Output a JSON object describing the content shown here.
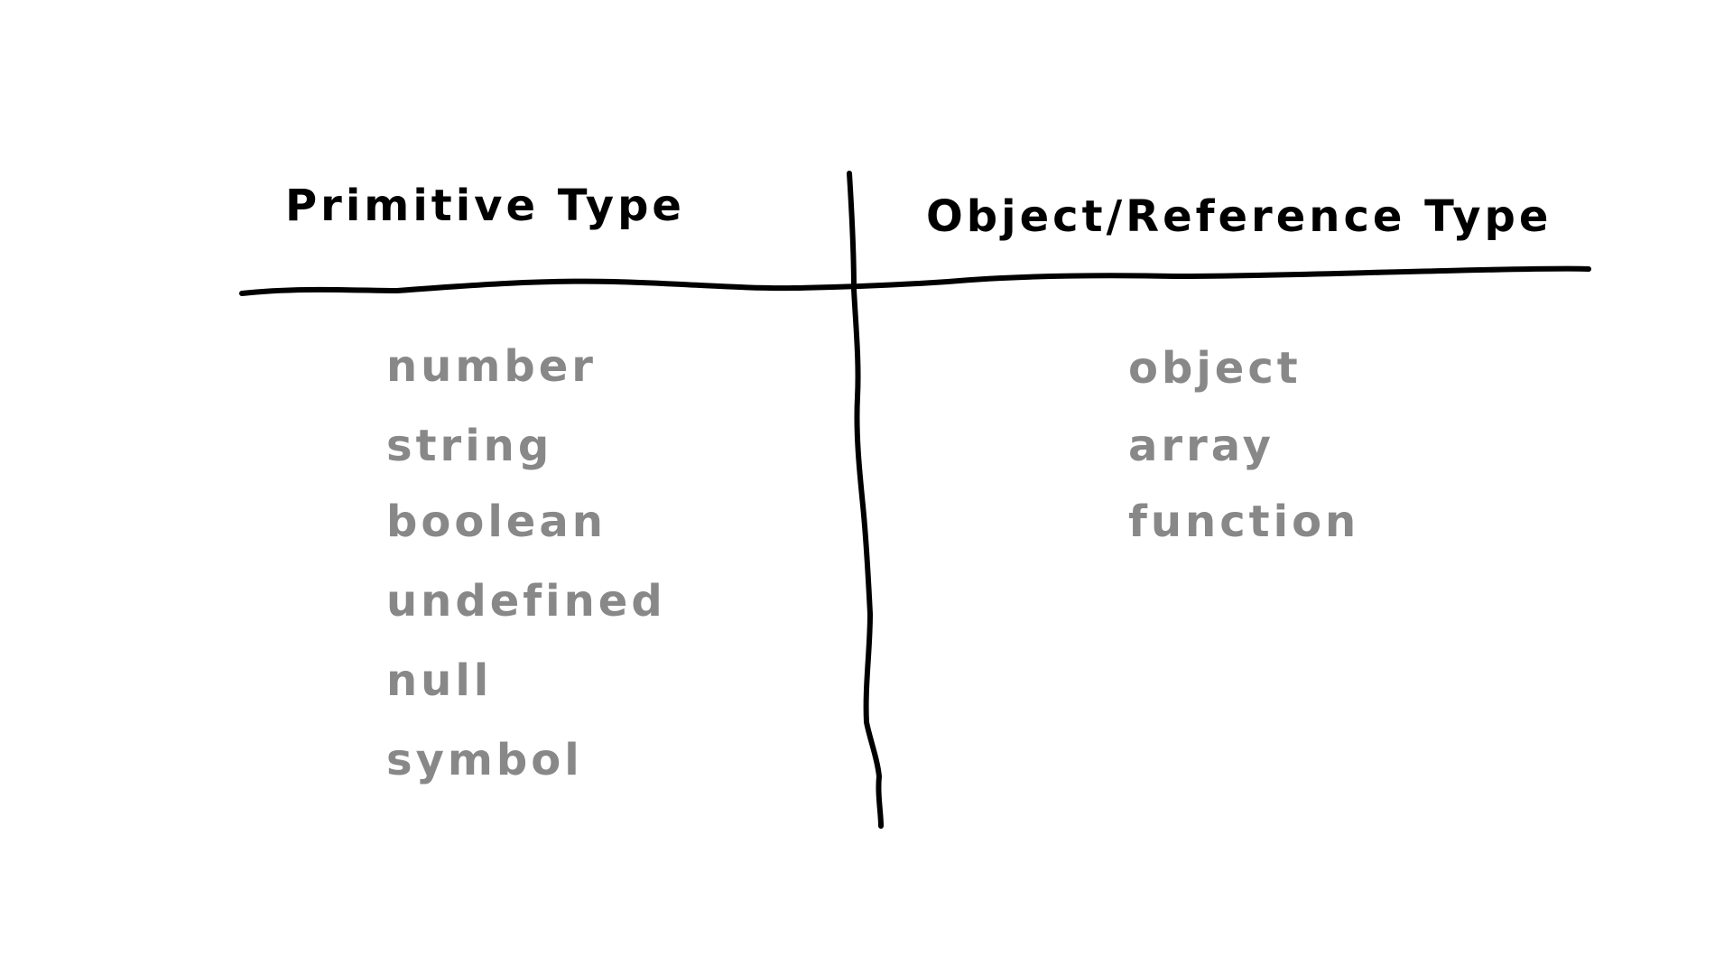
{
  "columns": {
    "left": {
      "heading": "Primitive Type",
      "items": [
        "number",
        "string",
        "boolean",
        "undefined",
        "null",
        "symbol"
      ]
    },
    "right": {
      "heading": "Object/Reference Type",
      "items": [
        "object",
        "array",
        "function"
      ]
    }
  },
  "colors": {
    "heading": "#000000",
    "item": "#888888",
    "line": "#000000",
    "background": "#ffffff"
  }
}
